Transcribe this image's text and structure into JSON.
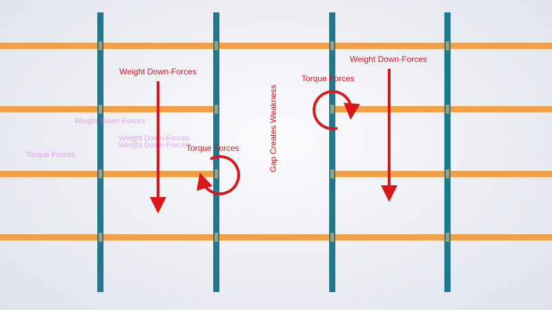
{
  "labels": {
    "weight_left": "Weight Down-Forces",
    "weight_right": "Weight Down-Forces",
    "torque_left": "Torque Forces",
    "torque_right": "Torque Forces",
    "gap": "Gap Creates Weakness"
  },
  "ghost_labels": {
    "weight_a": "Weight Down-Forces",
    "weight_b": "Weight Down-Forces",
    "weight_c": "Weight Down-Forces",
    "torque_a": "Torque Forces"
  },
  "colors": {
    "post": "#1e7890",
    "post_highlight": "#3fb0c6",
    "rail": "#f0a046",
    "rail_shadow": "#d48a38",
    "joint": "#b8a070",
    "arrow": "#d8171b",
    "label": "#d8171b",
    "ghost_text": "#d06ad8"
  }
}
